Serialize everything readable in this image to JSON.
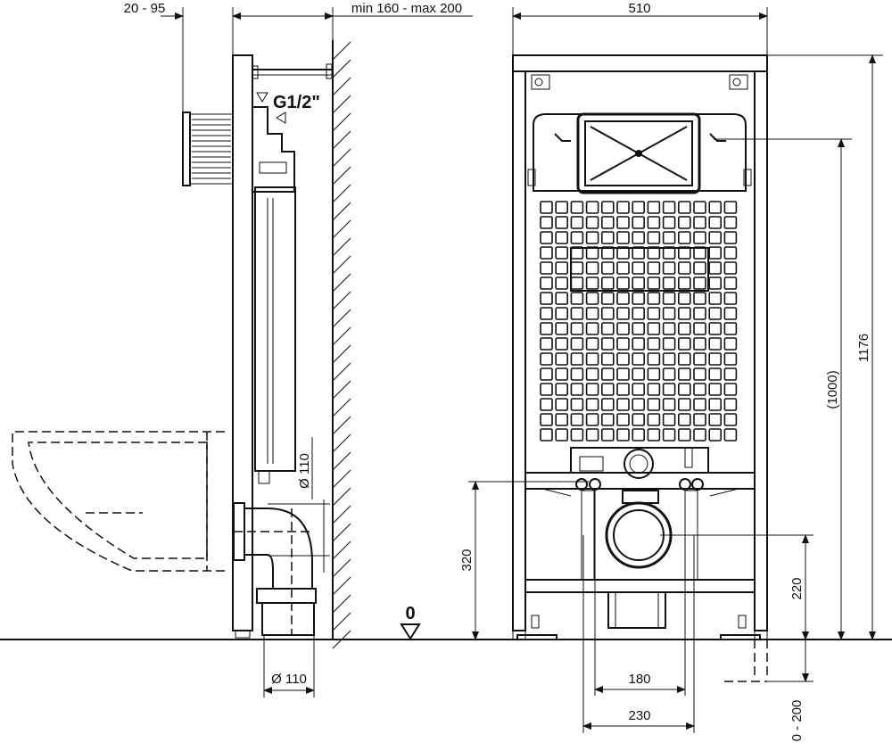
{
  "labels": {
    "side_depth": "20 - 95",
    "wall_gap": "min 160 - max 200",
    "thread": "G1/2\"",
    "pipe_dia_vertical": "Ø 110",
    "pipe_dia_bottom": "Ø 110",
    "zero_level": "0",
    "frame_width": "510",
    "height_total": "1176",
    "height_frame": "(1000)",
    "bolt_height": "320",
    "outlet_height": "220",
    "bolt_spacing": "180",
    "foot_spacing": "230",
    "foot_adjust": "0 - 200"
  }
}
